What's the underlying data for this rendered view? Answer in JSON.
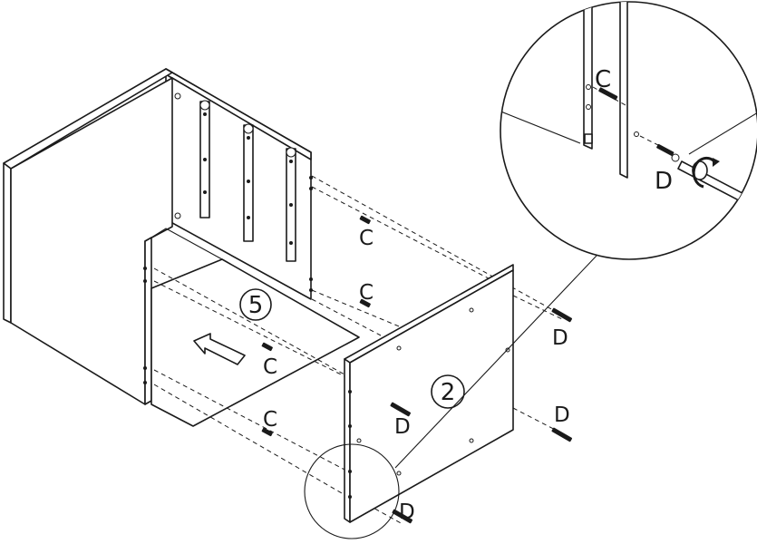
{
  "labels": {
    "cam_bolt": "C",
    "screw": "D"
  },
  "steps": {
    "drawer_bottom": "5",
    "front_panel": "2"
  },
  "detail_view": {
    "cam_label": "C",
    "screw_label": "D"
  },
  "colors": {
    "ink": "#1a1a1a",
    "paper": "#ffffff"
  },
  "icons": {
    "insert_direction": "left-arrow-icon",
    "rotation": "rotate-arrow-icon",
    "tool": "screwdriver-icon"
  }
}
